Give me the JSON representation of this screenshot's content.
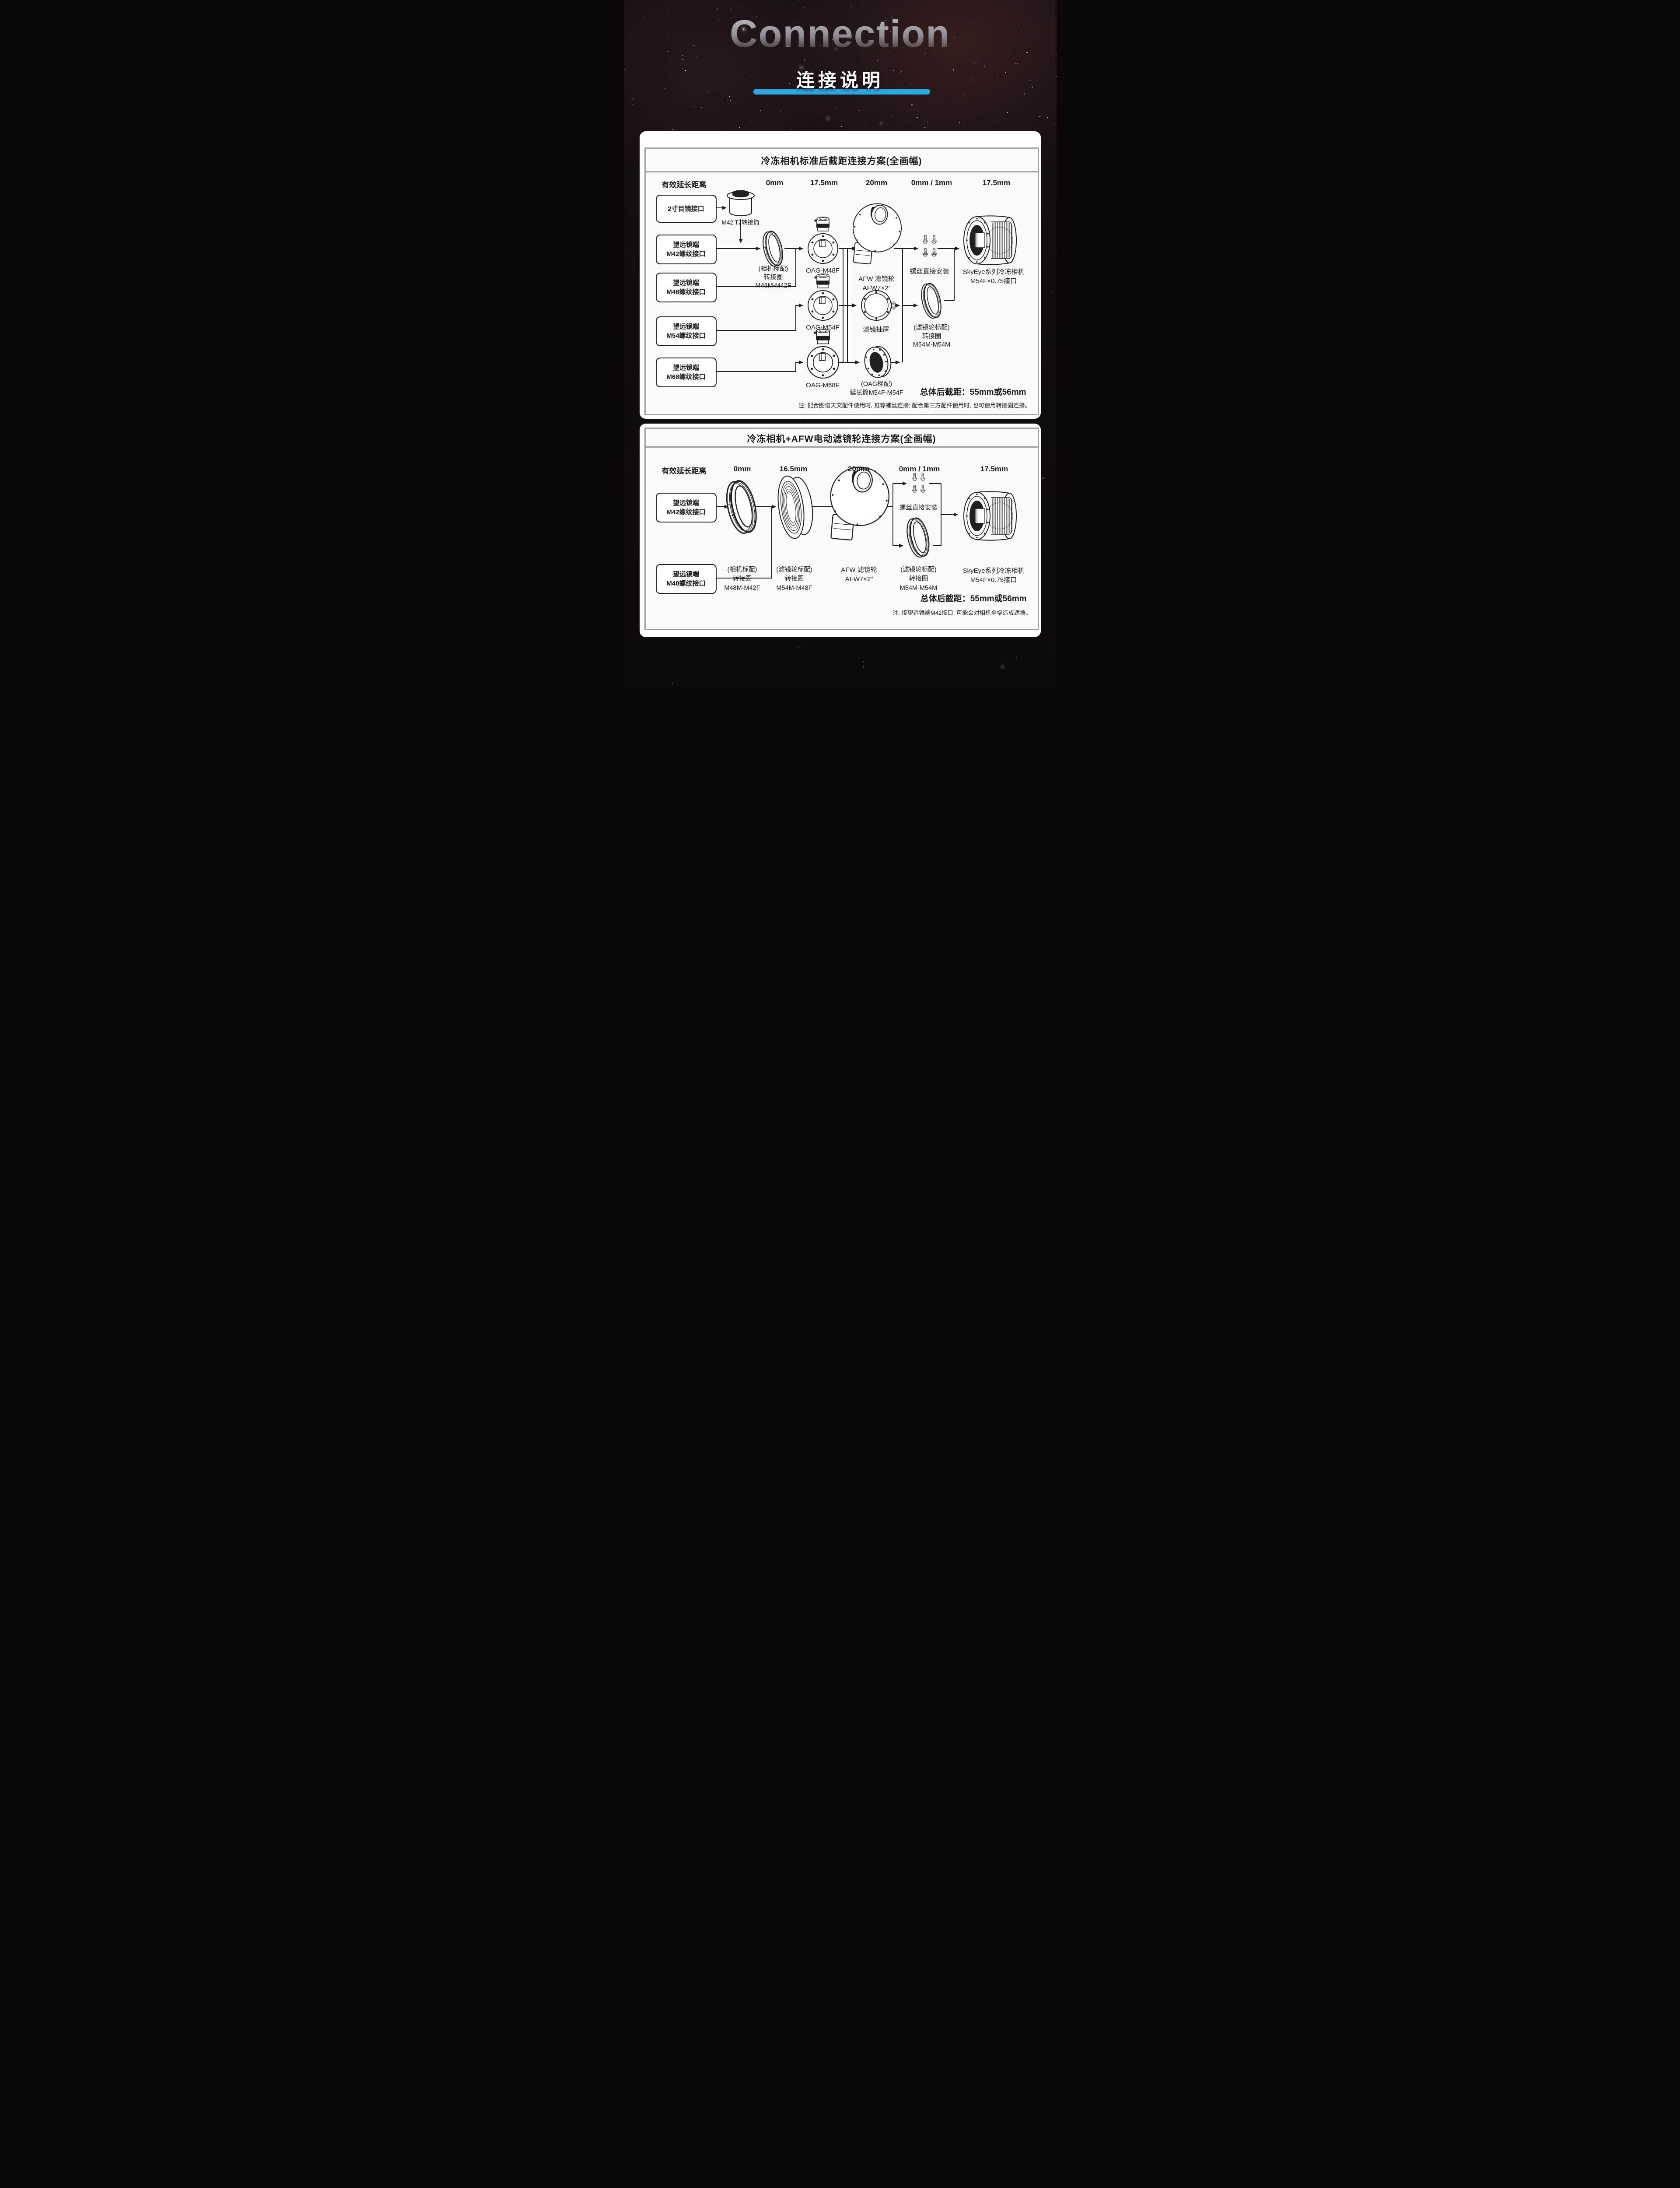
{
  "colors": {
    "accent": "#29A9E1",
    "ink": "#231F20",
    "panel_border": "#A5A2A3"
  },
  "header": {
    "watermark": "Connection",
    "title": "连接说明"
  },
  "panel1": {
    "title": "冷冻相机标准后截距连接方案(全画幅)",
    "row_label": "有效延长距离",
    "distances": [
      "0mm",
      "17.5mm",
      "20mm",
      "0mm / 1mm",
      "17.5mm"
    ],
    "boxes": [
      "2寸目镜接口",
      "望远镜端\nM42螺纹接口",
      "望远镜端\nM48螺纹接口",
      "望远镜端\nM54螺纹接口",
      "望远镜端\nM68螺纹接口"
    ],
    "labels": {
      "t2": "M42 T2转接筒",
      "ring1": "(相机标配)\n转接圈\nM48M-M42F",
      "oag48": "OAG-M48F",
      "oag54": "OAG-M54F",
      "oag68": "OAG-M68F",
      "afw": "AFW 滤镜轮\nAFW7×2”",
      "drawer": "滤镜抽屉",
      "tube": "(OAG标配)\n延长筒M54F-M54F",
      "screws": "螺丝直接安装",
      "ring3": "(滤镜轮标配)\n转接圈\nM54M-M54M",
      "camera": "SkyEye系列冷冻相机\nM54F×0.75接口"
    },
    "total": "总体后截距：55mm或56mm",
    "note": "注: 配合图谱天文配件使用时, 推荐螺丝连接; 配合第三方配件使用时, 也可使用转接圈连接。"
  },
  "panel2": {
    "title": "冷冻相机+AFW电动滤镜轮连接方案(全画幅)",
    "row_label": "有效延长距离",
    "distances": [
      "0mm",
      "16.5mm",
      "20mm",
      "0mm / 1mm",
      "17.5mm"
    ],
    "boxes": [
      "望远镜端\nM42螺纹接口",
      "望远镜端\nM48螺纹接口"
    ],
    "labels": {
      "ring1": "(相机标配)\n转接圈\nM48M-M42F",
      "ring2": "(滤镜轮标配)\n转接圈\nM54M-M48F",
      "afw": "AFW 滤镜轮\nAFW7×2”",
      "screws": "螺丝直接安装",
      "ring3": "(滤镜轮标配)\n转接圈\nM54M-M54M",
      "camera": "SkyEye系列冷冻相机\nM54F×0.75接口"
    },
    "total": "总体后截距：55mm或56mm",
    "note": "注: 接望远镜端M42接口, 可能会对相机全幅造成遮挡。"
  }
}
